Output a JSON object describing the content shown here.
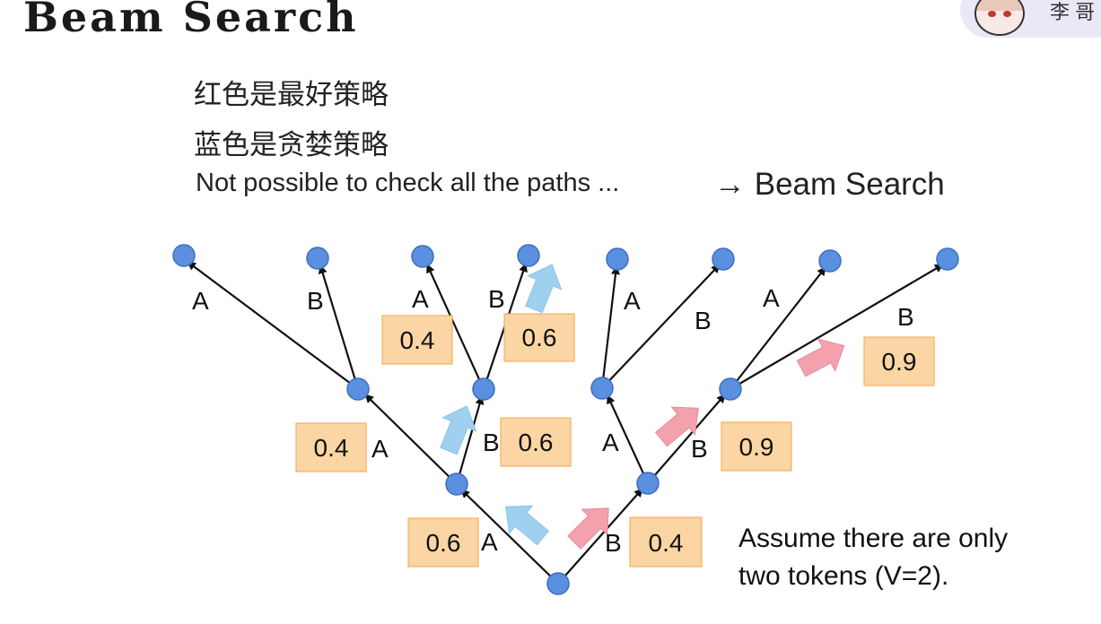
{
  "header": {
    "title": "Beam Search",
    "author": "李 哥"
  },
  "notes": {
    "red_legend": "红色是最好策略",
    "blue_legend": "蓝色是贪婪策略",
    "statement": "Not possible to check all the paths ...",
    "arrow_text": "→ Beam Search"
  },
  "assumption": {
    "line1": "Assume there are only",
    "line2": "two tokens (V=2)."
  },
  "colors": {
    "node": "#5b8fe0",
    "node_stroke": "#3e6fbe",
    "box_fill": "#fbd5a3",
    "box_stroke": "#f3a64b",
    "blue_arrow": "#9fd0ef",
    "red_arrow": "#f2a1ad"
  },
  "tree": {
    "edge_labels": [
      "A",
      "B",
      "A",
      "B",
      "A",
      "B",
      "A",
      "B",
      "A",
      "B",
      "A",
      "B",
      "A",
      "B"
    ],
    "probabilities": [
      "0.6",
      "0.4",
      "0.4",
      "0.6",
      "0.9",
      "0.4",
      "0.6",
      "0.9"
    ]
  }
}
